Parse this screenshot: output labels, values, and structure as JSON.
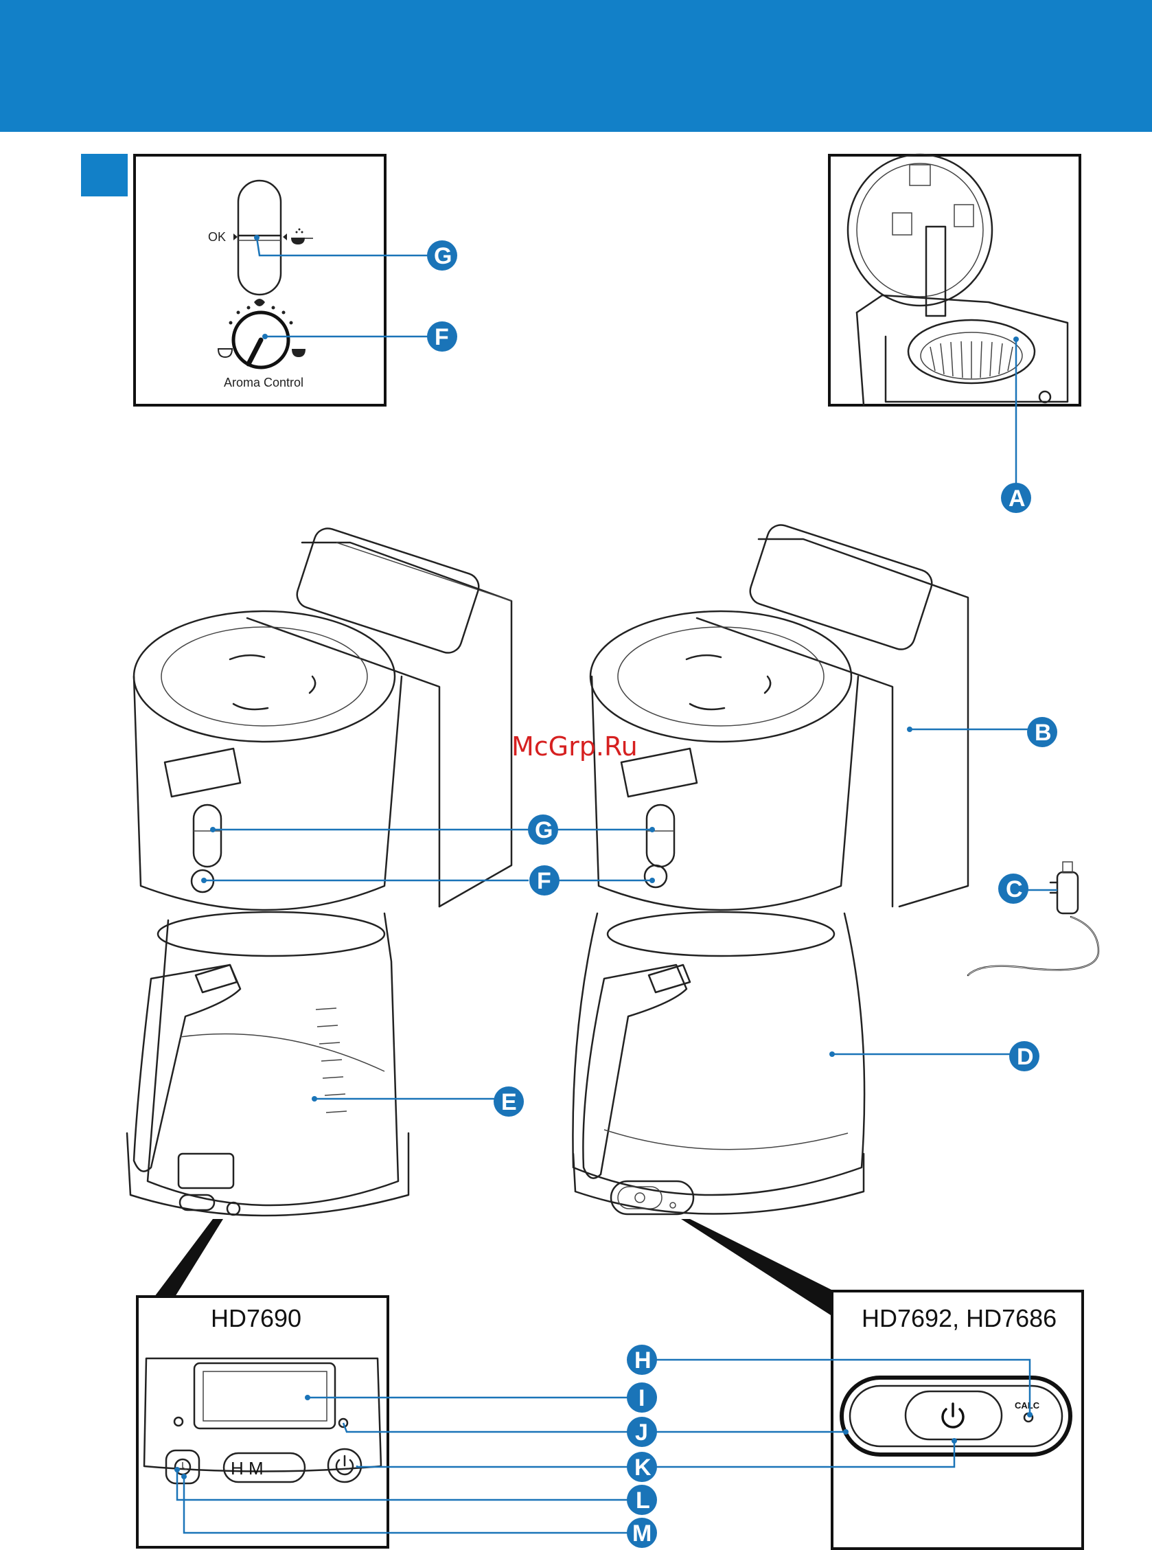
{
  "colors": {
    "brand_blue": "#1280c8",
    "line": "#222222",
    "callout": "#1a74b8",
    "watermark": "#d62020"
  },
  "aroma_panel": {
    "ok_label": "OK",
    "aroma_label": "Aroma Control"
  },
  "callouts": {
    "A": "A",
    "B": "B",
    "C": "C",
    "D": "D",
    "E": "E",
    "F": "F",
    "G": "G",
    "H": "H",
    "I": "I",
    "J": "J",
    "K": "K",
    "L": "L",
    "M": "M"
  },
  "models": {
    "left": "HD7690",
    "right": "HD7692, HD7686"
  },
  "control_panel": {
    "hm_button": "H      M",
    "calc_label": "CALC"
  },
  "watermark": "McGrp.Ru",
  "icons": [
    "power-icon",
    "clock-icon",
    "cup-icon",
    "filter-icon"
  ]
}
